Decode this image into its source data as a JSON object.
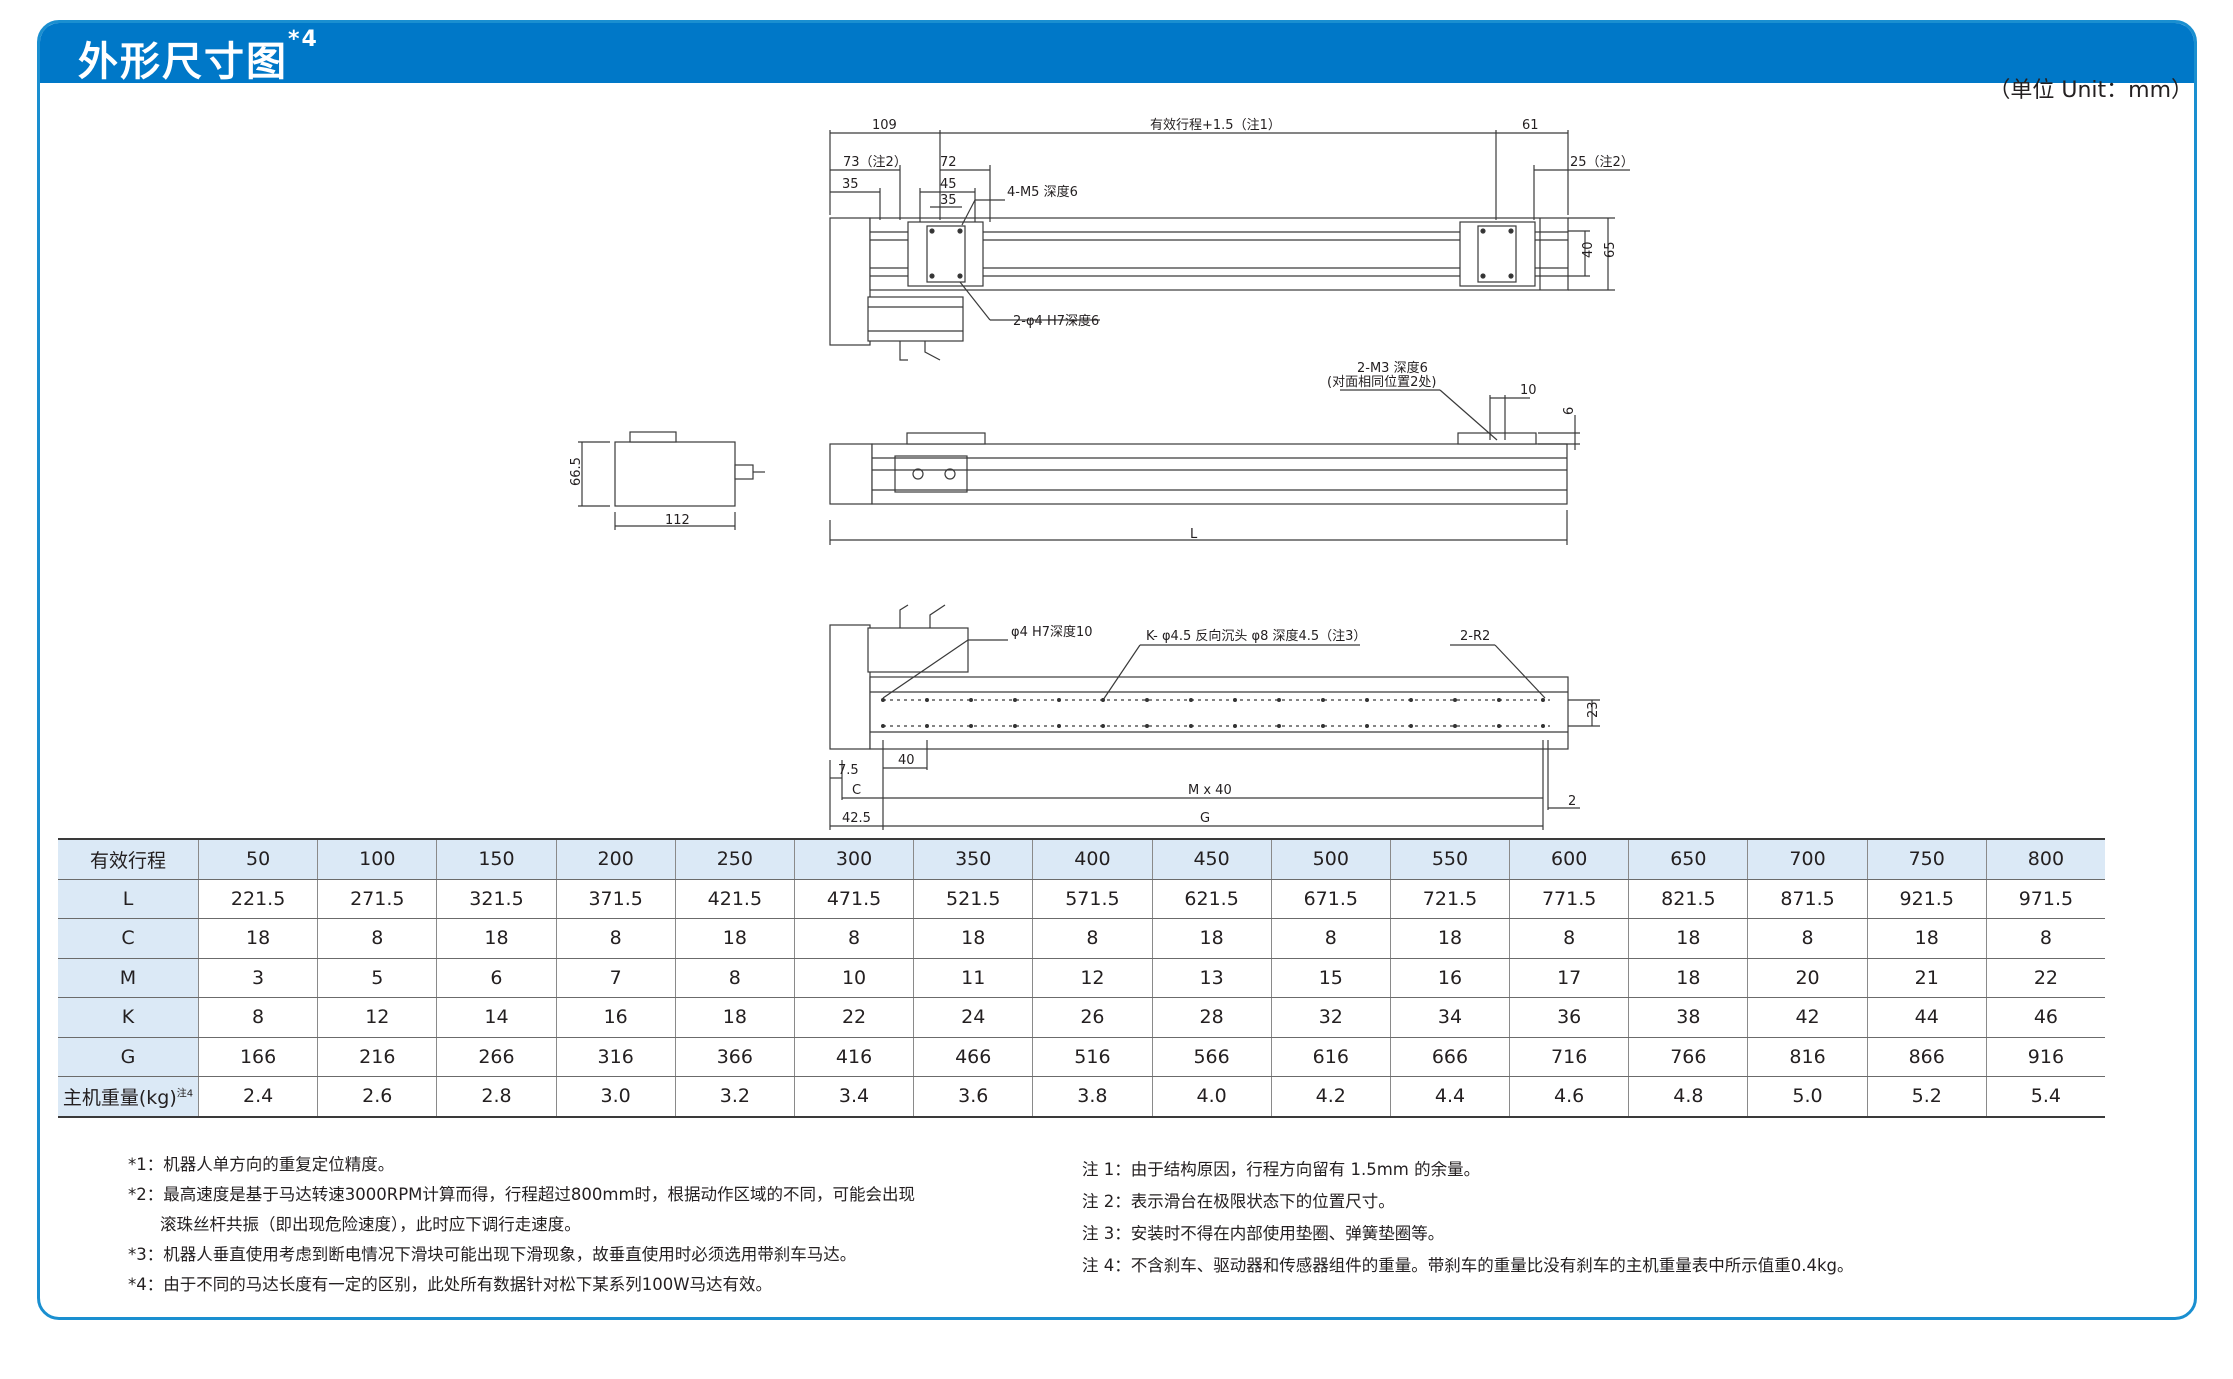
{
  "header": {
    "title": "外形尺寸图",
    "title_mark": "*4"
  },
  "unit": "（单位 Unit：mm）",
  "dimensions": {
    "d109": "109",
    "stroke": "有效行程+1.5（注1）",
    "d61": "61",
    "d73": "73（注2）",
    "d72": "72",
    "d25": "25（注2）",
    "d45": "45",
    "d35a": "35",
    "d35b": "35",
    "m5": "4-M5 深度6",
    "h7a": "2-φ4 H7深度6",
    "d40": "40",
    "d65": "65",
    "m3": "2-M3 深度6",
    "m3b": "(对面相同位置2处)",
    "d10": "10",
    "d6": "6",
    "d665": "66.5",
    "d112": "112",
    "L": "L",
    "h7b": "φ4 H7深度10",
    "k": "K- φ4.5 反向沉头 φ8 深度4.5（注3）",
    "r2": "2-R2",
    "d23": "23",
    "d75": "7.5",
    "d40b": "40",
    "C": "C",
    "Mx40": "M x 40",
    "d2": "2",
    "d425": "42.5",
    "G": "G"
  },
  "table": {
    "rows": [
      {
        "label": "有效行程",
        "values": [
          "50",
          "100",
          "150",
          "200",
          "250",
          "300",
          "350",
          "400",
          "450",
          "500",
          "550",
          "600",
          "650",
          "700",
          "750",
          "800"
        ]
      },
      {
        "label": "L",
        "values": [
          "221.5",
          "271.5",
          "321.5",
          "371.5",
          "421.5",
          "471.5",
          "521.5",
          "571.5",
          "621.5",
          "671.5",
          "721.5",
          "771.5",
          "821.5",
          "871.5",
          "921.5",
          "971.5"
        ]
      },
      {
        "label": "C",
        "values": [
          "18",
          "8",
          "18",
          "8",
          "18",
          "8",
          "18",
          "8",
          "18",
          "8",
          "18",
          "8",
          "18",
          "8",
          "18",
          "8"
        ]
      },
      {
        "label": "M",
        "values": [
          "3",
          "5",
          "6",
          "7",
          "8",
          "10",
          "11",
          "12",
          "13",
          "15",
          "16",
          "17",
          "18",
          "20",
          "21",
          "22"
        ]
      },
      {
        "label": "K",
        "values": [
          "8",
          "12",
          "14",
          "16",
          "18",
          "22",
          "24",
          "26",
          "28",
          "32",
          "34",
          "36",
          "38",
          "42",
          "44",
          "46"
        ]
      },
      {
        "label": "G",
        "values": [
          "166",
          "216",
          "266",
          "316",
          "366",
          "416",
          "466",
          "516",
          "566",
          "616",
          "666",
          "716",
          "766",
          "816",
          "866",
          "916"
        ]
      },
      {
        "label": "主机重量(kg)",
        "label_mark": "注4",
        "values": [
          "2.4",
          "2.6",
          "2.8",
          "3.0",
          "3.2",
          "3.4",
          "3.6",
          "3.8",
          "4.0",
          "4.2",
          "4.4",
          "4.6",
          "4.8",
          "5.0",
          "5.2",
          "5.4"
        ]
      }
    ]
  },
  "notes_left": [
    "*1：机器人单方向的重复定位精度。",
    "*2：最高速度是基于马达转速3000RPM计算而得，行程超过800mm时，根据动作区域的不同，可能会出现",
    "滚珠丝杆共振（即出现危险速度），此时应下调行走速度。",
    "*3：机器人垂直使用考虑到断电情况下滑块可能出现下滑现象，故垂直使用时必须选用带刹车马达。",
    "*4：由于不同的马达长度有一定的区别，此处所有数据针对松下某系列100W马达有效。"
  ],
  "notes_right": [
    "注 1：由于结构原因，行程方向留有 1.5mm 的余量。",
    "注 2：表示滑台在极限状态下的位置尺寸。",
    "注 3：安装时不得在内部使用垫圈、弹簧垫圈等。",
    "注 4：不含刹车、驱动器和传感器组件的重量。带刹车的重量比没有刹车的主机重量表中所示值重0.4kg。"
  ]
}
